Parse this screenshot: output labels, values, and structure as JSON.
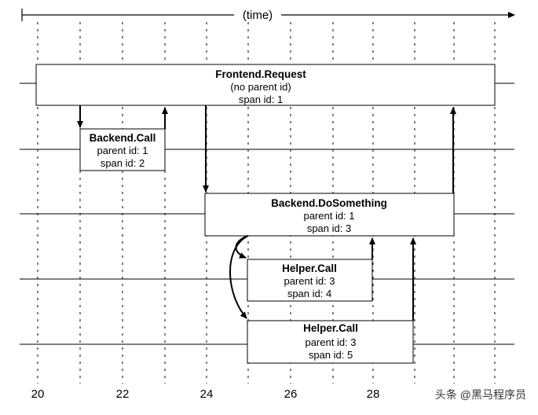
{
  "timeline": {
    "label": "(time)"
  },
  "x_axis": {
    "tick_labels": [
      "20",
      "22",
      "24",
      "26",
      "28"
    ]
  },
  "spans": [
    {
      "name": "Frontend.Request",
      "parent": "(no parent id)",
      "span": "span id: 1"
    },
    {
      "name": "Backend.Call",
      "parent": "parent id: 1",
      "span": "span id: 2"
    },
    {
      "name": "Backend.DoSomething",
      "parent": "parent id: 1",
      "span": "span id: 3"
    },
    {
      "name": "Helper.Call",
      "parent": "parent id: 3",
      "span": "span id: 4"
    },
    {
      "name": "Helper.Call",
      "parent": "parent id: 3",
      "span": "span id: 5"
    }
  ],
  "watermark": {
    "text": "头条 @黑马程序员"
  }
}
